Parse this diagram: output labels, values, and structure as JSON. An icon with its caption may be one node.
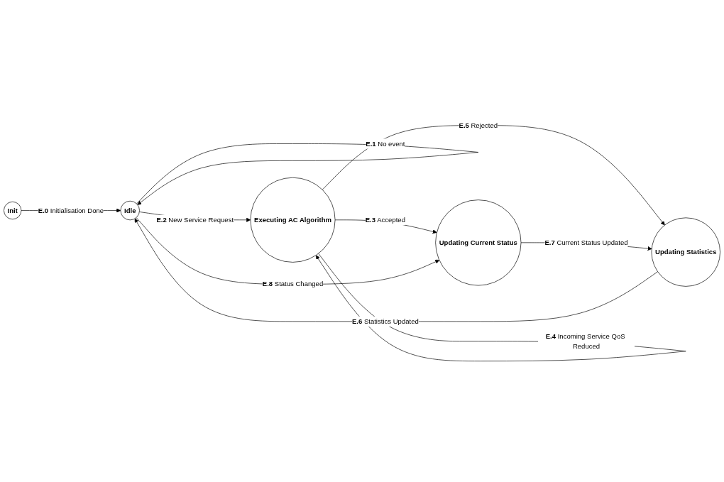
{
  "diagram": {
    "nodes": [
      {
        "text": [
          "Init"
        ]
      },
      {
        "text": [
          "Idle"
        ]
      },
      {
        "text": [
          "Executing AC Algorithm"
        ]
      },
      {
        "text": [
          "Updating Statistics"
        ]
      },
      {
        "text": [
          "Updating Current Status"
        ]
      }
    ],
    "edges": [
      {
        "from": 0,
        "to": 1,
        "arrow": "to",
        "label": "**E.0** Initialisation Done"
      },
      {
        "from": 1,
        "to": 1,
        "arrow": "to",
        "label": "**E.1** No event"
      },
      {
        "from": 1,
        "to": 2,
        "arrow": "to",
        "label": "**E.2** New Service Request"
      },
      {
        "from": 2,
        "to": 4,
        "arrow": "to",
        "label": "**E.3** Accepted"
      },
      {
        "from": 2,
        "to": 2,
        "arrow": "to",
        "label": "**E.4** Incoming Service QoS Reduced"
      },
      {
        "from": 2,
        "to": 3,
        "arrow": "to",
        "label": "**E.5** Rejected"
      },
      {
        "from": 3,
        "to": 1,
        "arrow": "to",
        "label": "**E.6** Statistics Updated"
      },
      {
        "from": 4,
        "to": 3,
        "arrow": "to",
        "label": "**E.7** Current Status Updated"
      },
      {
        "from": 1,
        "to": 4,
        "arrow": "to",
        "label": "**E.8** Status Changed"
      }
    ]
  }
}
